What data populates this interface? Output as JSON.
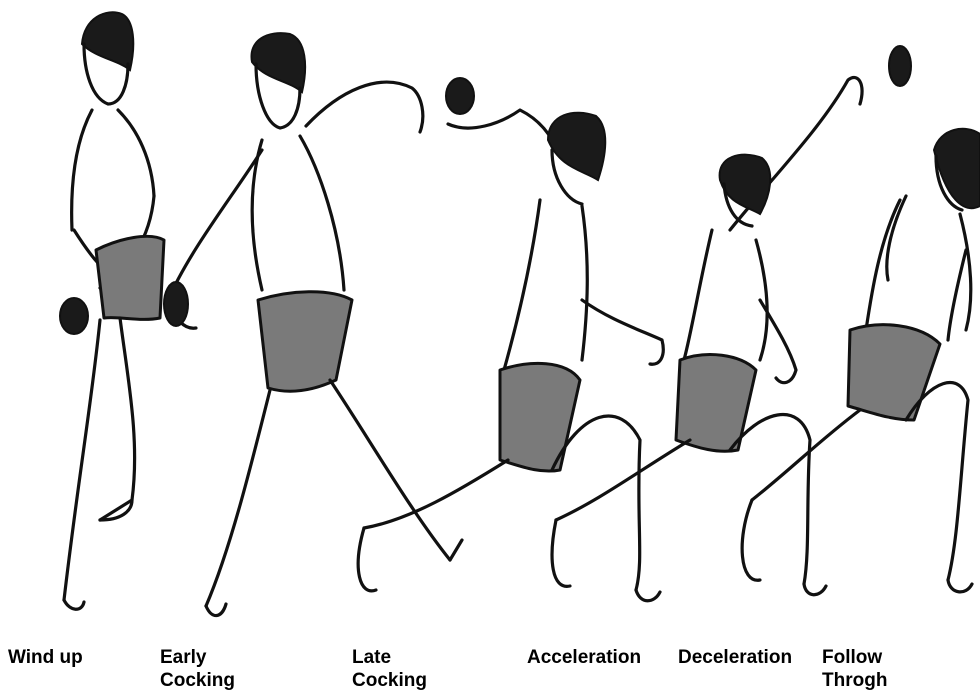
{
  "stages": [
    {
      "label": "Wind up"
    },
    {
      "label": "Early\nCocking"
    },
    {
      "label": "Late\nCocking"
    },
    {
      "label": "Acceleration"
    },
    {
      "label": "Deceleration"
    },
    {
      "label": "Follow\nThrogh"
    }
  ],
  "colors": {
    "ink": "#111111",
    "shorts_shade": "#7a7a7a",
    "background": "#ffffff"
  }
}
